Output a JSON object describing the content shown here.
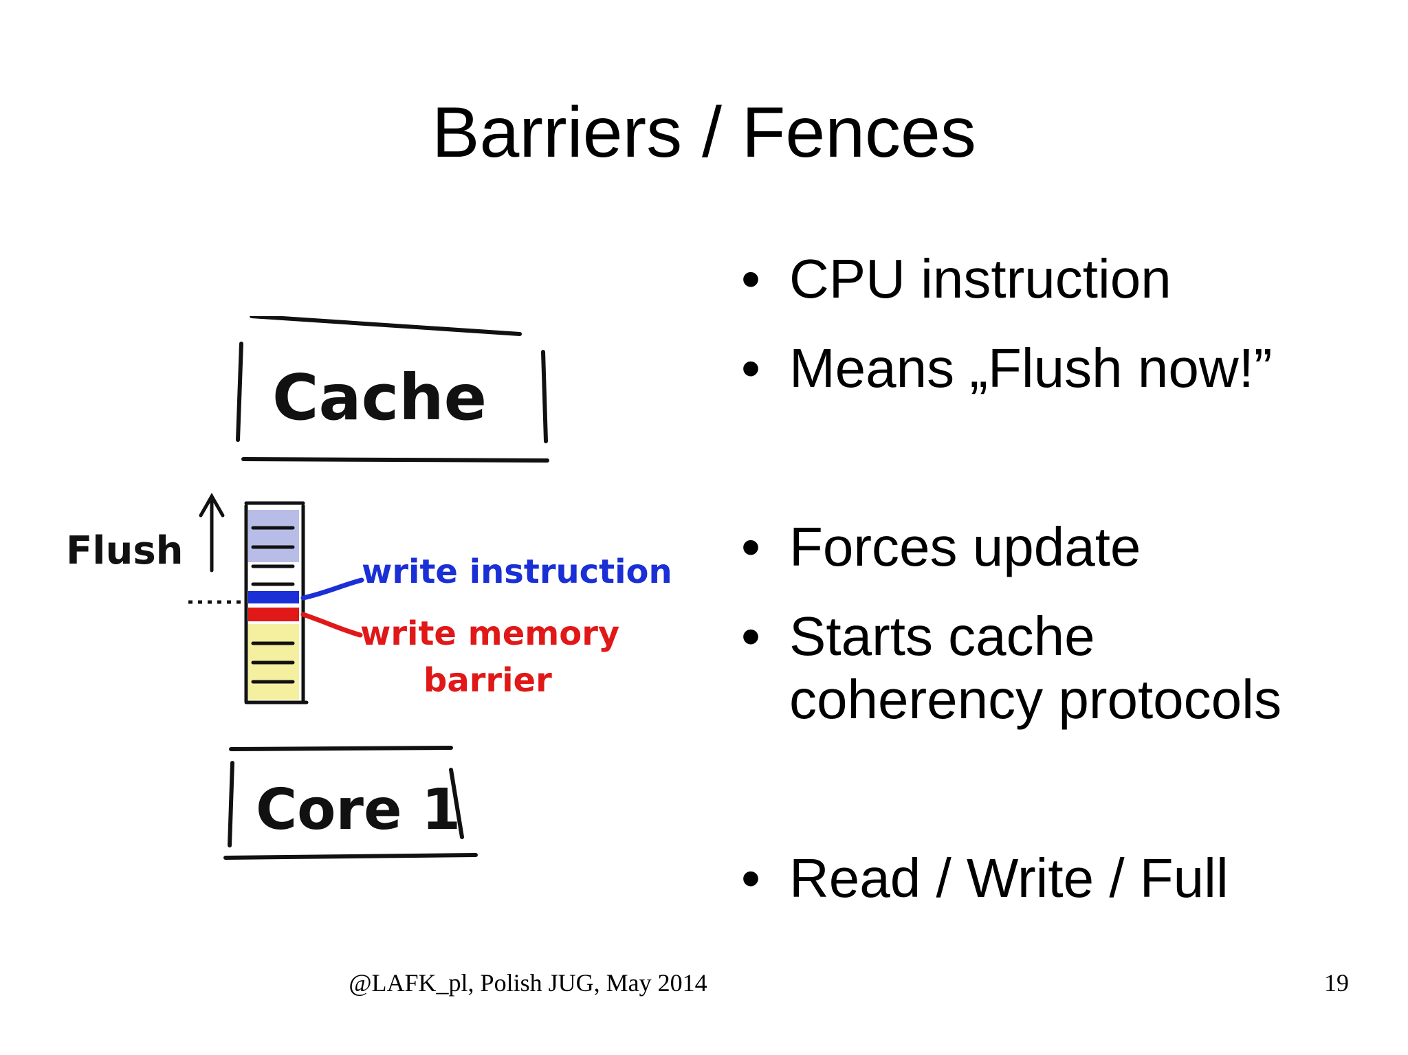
{
  "slide": {
    "title": "Barriers / Fences",
    "diagram": {
      "cache_label": "Cache",
      "flush_label": "Flush",
      "write_instruction_label": "write instruction",
      "write_memory_barrier_label_line1": "write memory",
      "write_memory_barrier_label_line2": "barrier",
      "core_label": "Core 1",
      "colors": {
        "ink": "#111111",
        "instruction": "#1a2fd6",
        "barrier": "#e01818",
        "upper_entries": "#b8bde8",
        "lower_entries": "#f5f0a0"
      }
    },
    "bullets": [
      "CPU instruction",
      "Means „Flush now!”",
      "Forces update",
      "Starts cache coherency protocols",
      "Read / Write / Full"
    ],
    "bullet_glyph": "•",
    "footer": "@LAFK_pl, Polish JUG, May 2014",
    "page_number": "19"
  }
}
